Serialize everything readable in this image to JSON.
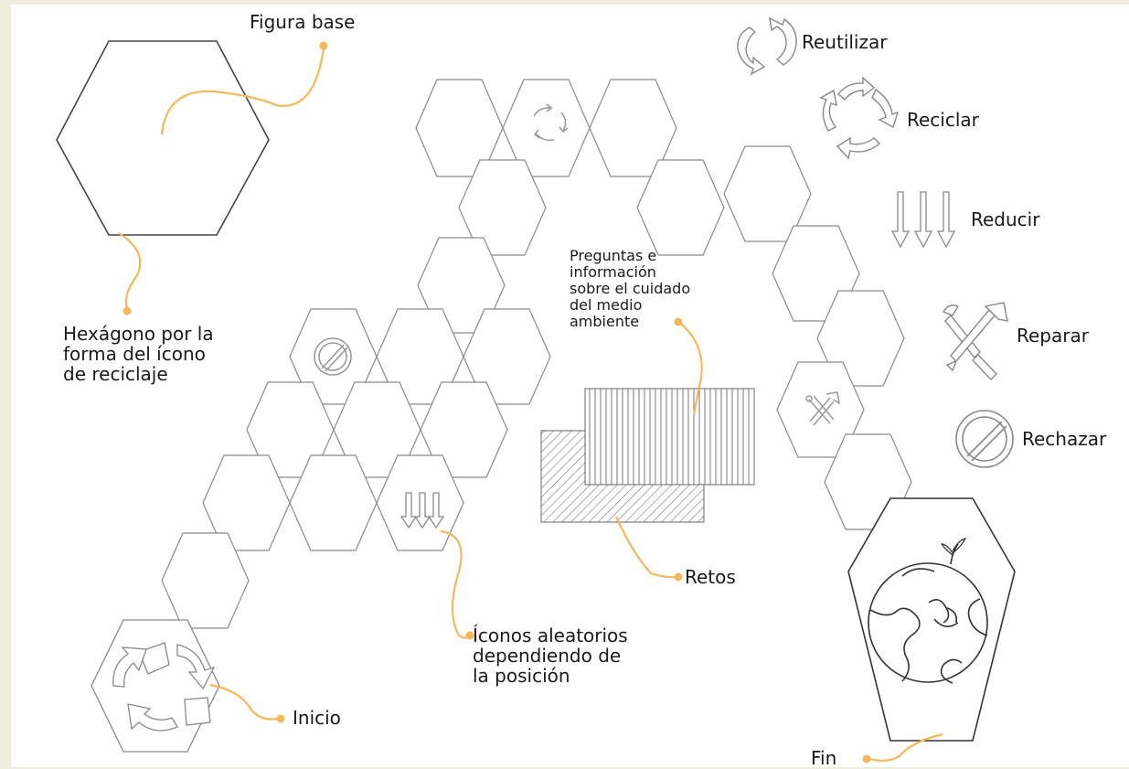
{
  "diagram": {
    "labels": {
      "base_shape": "Figura base",
      "hexagon_reason": [
        "Hexágono por la",
        "forma del ícono",
        "de reciclaje"
      ],
      "questions": [
        "Preguntas e",
        "información",
        "sobre el cuidado",
        "del medio",
        "ambiente"
      ],
      "challenges": "Retos",
      "random_icons": [
        "Íconos aleatorios",
        "dependiendo de",
        "la posición"
      ],
      "start": "Inicio",
      "end": "Fin"
    },
    "legend": [
      {
        "icon": "reuse-icon",
        "label": "Reutilizar"
      },
      {
        "icon": "recycle-icon",
        "label": "Reciclar"
      },
      {
        "icon": "reduce-icon",
        "label": "Reducir"
      },
      {
        "icon": "repair-icon",
        "label": "Reparar"
      },
      {
        "icon": "reject-icon",
        "label": "Rechazar"
      }
    ],
    "colors": {
      "background": "#efece0",
      "board": "#ffffff",
      "connector": "#f6b75a",
      "outline": "#555555",
      "icon": "#9a9a9a"
    }
  }
}
